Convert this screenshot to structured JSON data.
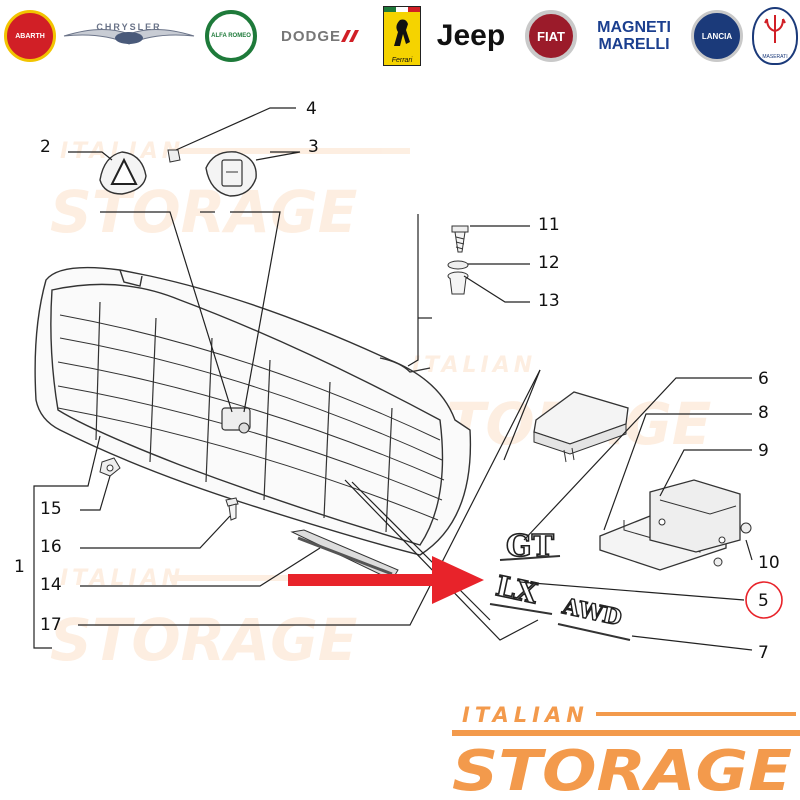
{
  "brands": [
    {
      "name": "ABARTH",
      "color": "#d11f26"
    },
    {
      "name": "CHRYSLER",
      "color": "#4a5a7a"
    },
    {
      "name": "ALFA ROMEO",
      "color": "#1e7a3a"
    },
    {
      "name": "DODGE",
      "color": "#d11f26"
    },
    {
      "name": "Ferrari",
      "color": "#f5d300"
    },
    {
      "name": "Jeep",
      "color": "#111111"
    },
    {
      "name": "FIAT",
      "color": "#9b1b2a"
    },
    {
      "name": "MAGNETI MARELLI",
      "color": "#1b3f8f"
    },
    {
      "name": "LANCIA",
      "color": "#1b3a7a"
    },
    {
      "name": "MASERATI",
      "color": "#1b3a7a"
    }
  ],
  "watermark": {
    "line1": "ITALIAN",
    "line2": "STORAGE",
    "color": "#f39a4c"
  },
  "callouts": [
    {
      "num": "1"
    },
    {
      "num": "2"
    },
    {
      "num": "3"
    },
    {
      "num": "4"
    },
    {
      "num": "5",
      "highlighted": true
    },
    {
      "num": "6"
    },
    {
      "num": "7"
    },
    {
      "num": "8"
    },
    {
      "num": "9"
    },
    {
      "num": "10"
    },
    {
      "num": "11"
    },
    {
      "num": "12"
    },
    {
      "num": "13"
    },
    {
      "num": "14"
    },
    {
      "num": "15"
    },
    {
      "num": "16"
    },
    {
      "num": "17"
    }
  ],
  "emblems": {
    "gt": "GT",
    "lx": "LX",
    "awd": "AWD"
  },
  "colors": {
    "arrow": "#e8232a",
    "highlight_circle": "#e8232a",
    "line_art": "#333333"
  }
}
